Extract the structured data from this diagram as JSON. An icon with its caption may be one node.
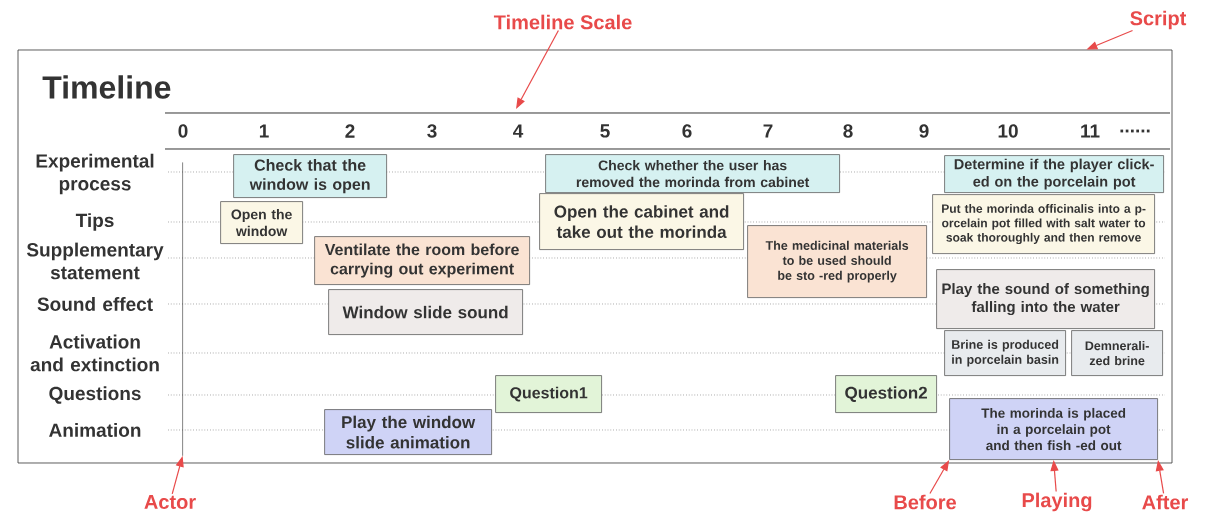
{
  "diagram": {
    "nodes": [
      {
        "text": [
          "Timeline"
        ]
      },
      {
        "text": [
          "Check that the window is open"
        ],
        "in": 0
      },
      {
        "text": [
          "Open the window"
        ],
        "in": 0
      },
      {
        "text": [
          "Ventilate the room before carrying out experiment"
        ],
        "in": 0
      },
      {
        "text": [
          "Window slide sound"
        ],
        "in": 0
      },
      {
        "text": [
          "Play the window slide animation"
        ],
        "in": 0
      },
      {
        "text": [
          "Question1"
        ],
        "in": 0
      },
      {
        "text": [
          "Check whether the user has removed the morinda from cabinet"
        ],
        "in": 0
      },
      {
        "text": [
          "Open the cabinet and take out the morinda"
        ],
        "in": 0
      },
      {
        "text": [
          "The medicinal materials to be used should be sto -red properly"
        ],
        "in": 0
      },
      {
        "text": [
          "Question2"
        ],
        "in": 0
      },
      {
        "text": [
          "Determine if the player click- ed on the porcelain pot"
        ],
        "in": 0
      },
      {
        "text": [
          "Put the morinda officinalis into a p- orcelain pot filled with salt water to soak thoroughly and then remove"
        ],
        "in": 0
      },
      {
        "text": [
          "Play the sound of something falling into the water"
        ],
        "in": 0
      },
      {
        "text": [
          "Brine is produced in porcelain basin"
        ],
        "in": 0
      },
      {
        "text": [
          "Demnerali- zed brine"
        ],
        "in": 0
      },
      {
        "text": [
          "The morinda is placed in a porcelain pot and then fish -ed out"
        ],
        "in": 0
      },
      {
        "text": [
          "Timeline Scale"
        ]
      },
      {
        "text": [
          "Script"
        ]
      },
      {
        "text": [
          "Actor"
        ]
      },
      {
        "text": [
          "Before"
        ]
      },
      {
        "text": [
          "Playing"
        ]
      },
      {
        "text": [
          "After"
        ]
      },
      {
        "text": [],
        "shape": "line",
        "in": 0
      }
    ],
    "edges": [
      {
        "from": 17,
        "to": null,
        "arrow": "to"
      },
      {
        "from": 18,
        "to": 0,
        "arrow": "to"
      },
      {
        "from": 19,
        "to": 23,
        "arrow": "to"
      },
      {
        "from": 20,
        "to": 16,
        "arrow": "to"
      },
      {
        "from": 21,
        "to": 16,
        "arrow": "to"
      },
      {
        "from": 22,
        "to": 16,
        "arrow": "to"
      }
    ],
    "labels": [
      "0",
      "1",
      "2",
      "3",
      "4",
      "5",
      "6",
      "7",
      "8",
      "9",
      "10",
      "11",
      "......",
      "Experimental process",
      "Tips",
      "Supplementary statement",
      "Sound effect",
      "Activation and extinction",
      "Questions",
      "Animation"
    ]
  }
}
